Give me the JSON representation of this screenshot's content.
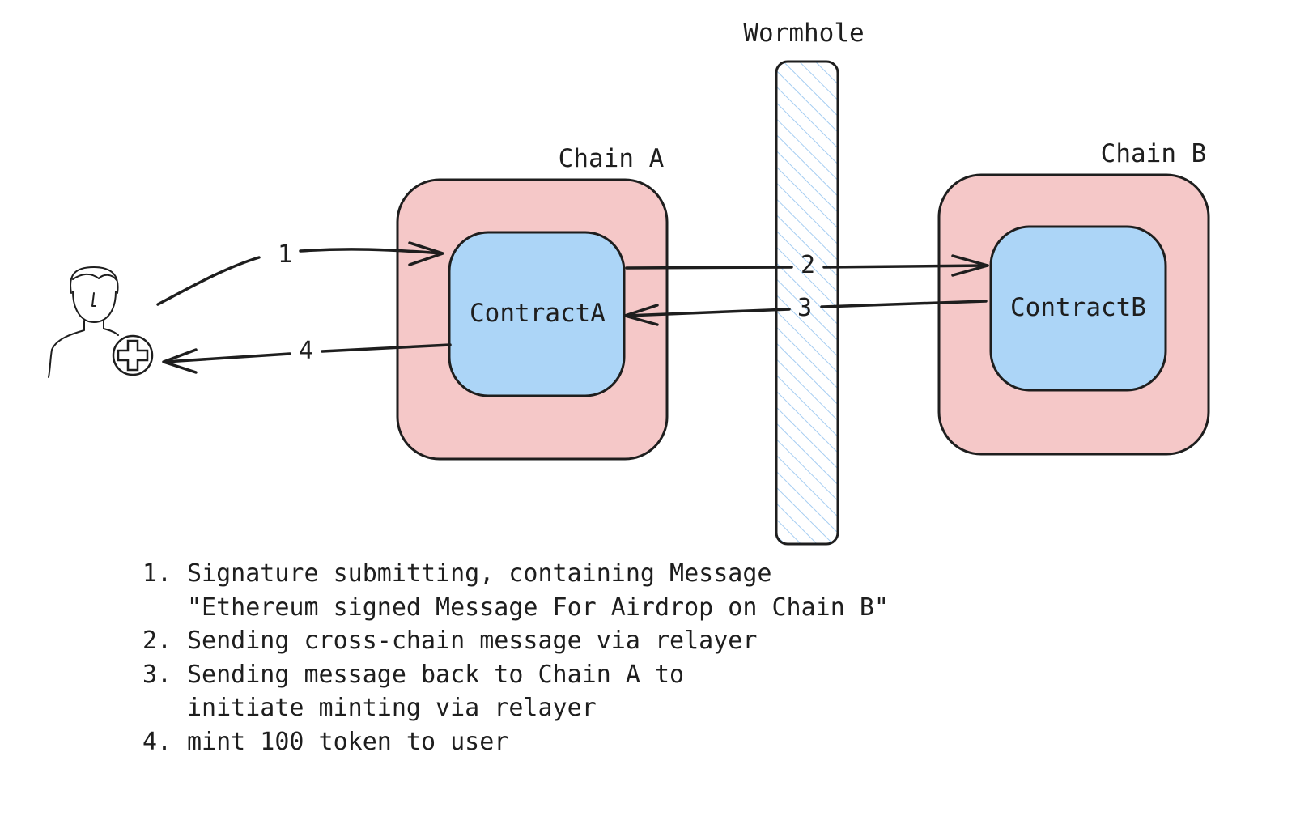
{
  "labels": {
    "wormhole": "Wormhole",
    "chain_a": "Chain A",
    "chain_b": "Chain B",
    "contract_a": "ContractA",
    "contract_b": "ContractB"
  },
  "arrows": [
    {
      "number": "1",
      "from": "user",
      "to": "ContractA"
    },
    {
      "number": "2",
      "from": "ContractA",
      "to": "ContractB"
    },
    {
      "number": "3",
      "from": "ContractB",
      "to": "ContractA"
    },
    {
      "number": "4",
      "from": "ContractA",
      "to": "user"
    }
  ],
  "notes": [
    {
      "number": "1.",
      "lines": [
        "Signature submitting, containing Message",
        "\"Ethereum signed Message For Airdrop on Chain B\""
      ]
    },
    {
      "number": "2.",
      "lines": [
        "Sending cross-chain message via relayer"
      ]
    },
    {
      "number": "3.",
      "lines": [
        "Sending message back to Chain A to",
        "initiate minting via relayer"
      ]
    },
    {
      "number": "4.",
      "lines": [
        "mint 100 token to user"
      ]
    }
  ],
  "icons": {
    "user": "user-with-plus-badge-icon"
  },
  "colors": {
    "chain_fill": "#f5c8c8",
    "contract_fill": "#acd5f7",
    "wormhole_hatch": "#a5cdf2",
    "stroke": "#1e1e1e"
  }
}
